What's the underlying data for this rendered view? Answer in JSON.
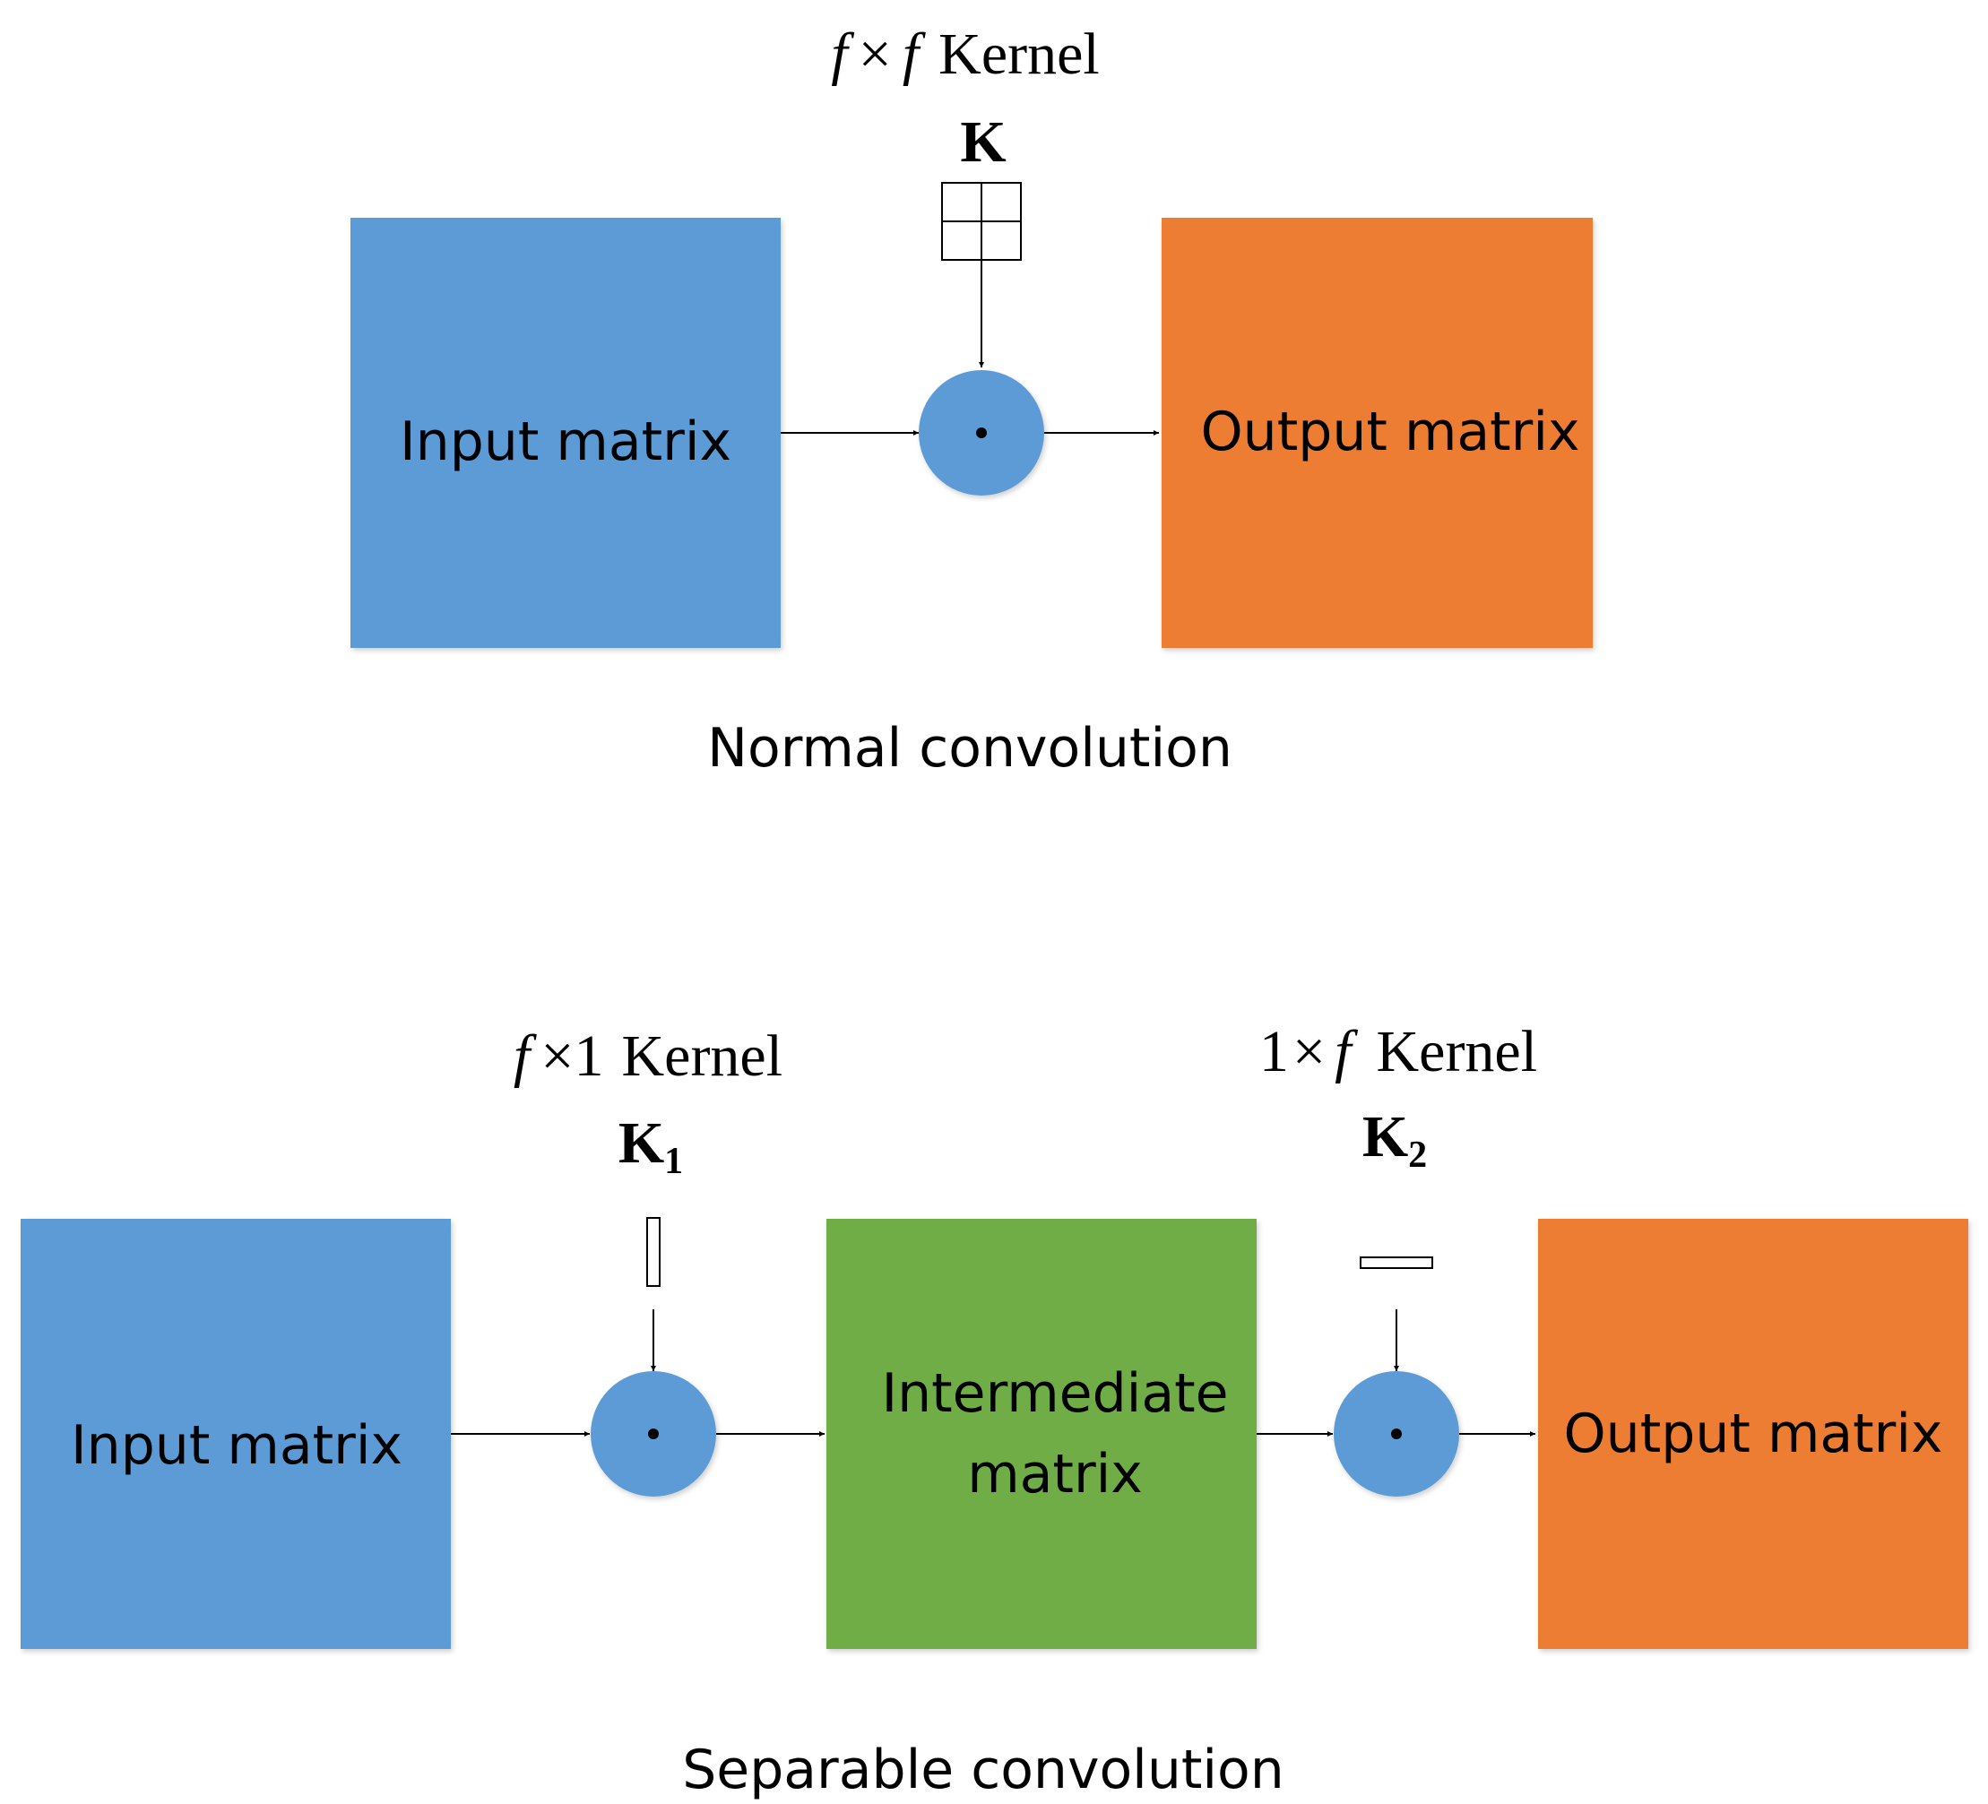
{
  "colors": {
    "input": "#5B9BD5",
    "output": "#ED7D31",
    "intermediate": "#70AD47",
    "operator": "#5B9BD5",
    "line": "#000000",
    "background": "#ffffff"
  },
  "normal": {
    "kernel_f1": "f",
    "kernel_times": "×",
    "kernel_f2": "f",
    "kernel_word": "Kernel",
    "kernel_symbol": "K",
    "input_label": "Input matrix",
    "output_label": "Output matrix",
    "caption": "Normal convolution"
  },
  "separable": {
    "k1_f": "f",
    "k1_times": "×",
    "k1_one": "1",
    "k1_word": "Kernel",
    "k1_symbol": "K",
    "k1_sub": "1",
    "k2_one": "1",
    "k2_times": "×",
    "k2_f": "f",
    "k2_word": "Kernel",
    "k2_symbol": "K",
    "k2_sub": "2",
    "input_label": "Input matrix",
    "intermediate_line1": "Intermediate",
    "intermediate_line2": "matrix",
    "output_label": "Output matrix",
    "caption": "Separable convolution"
  }
}
